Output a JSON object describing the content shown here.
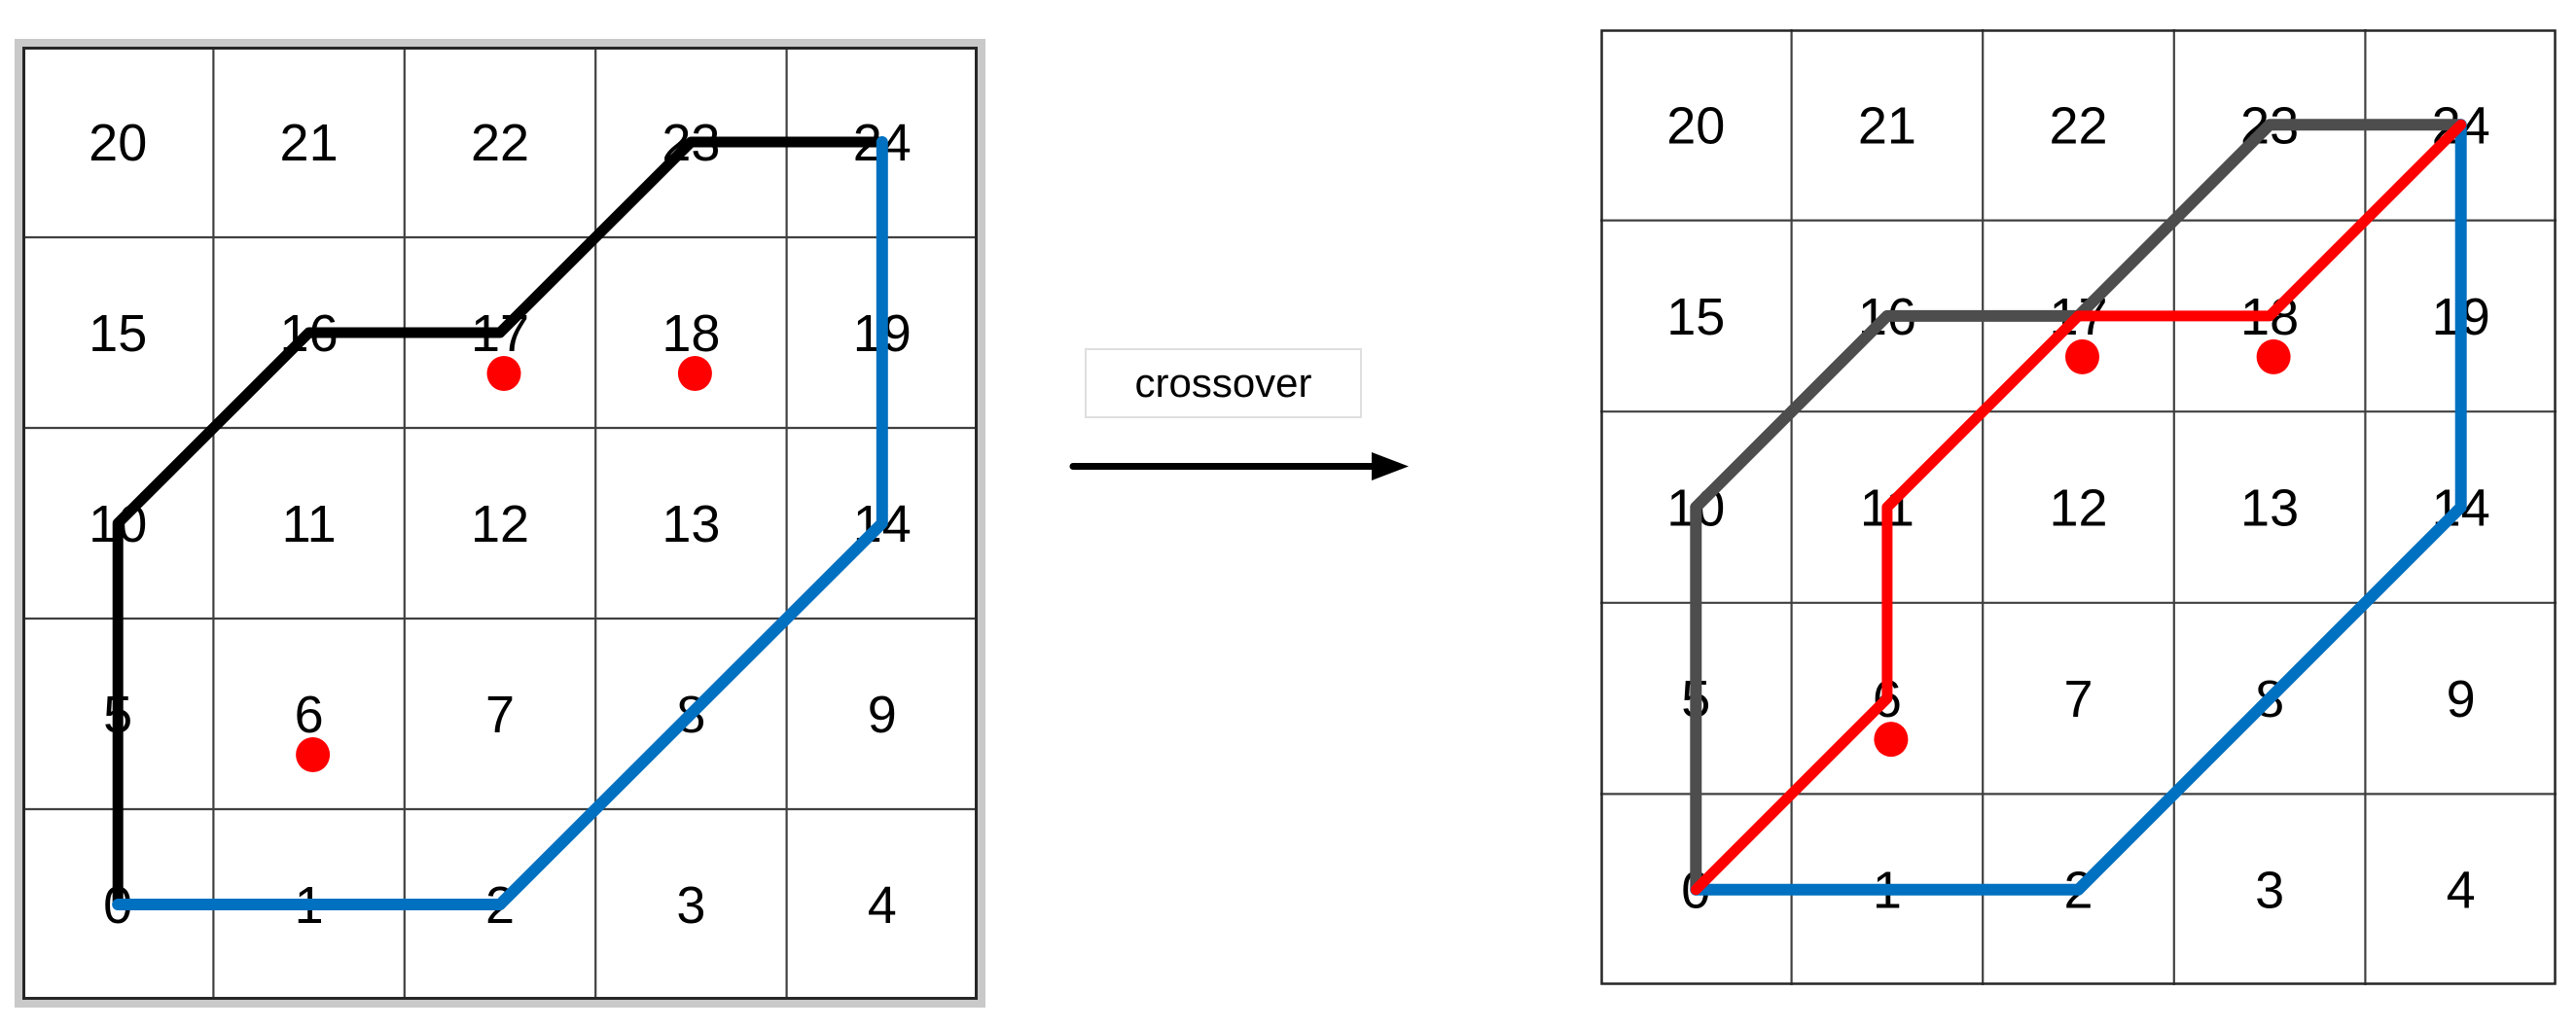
{
  "diagram": {
    "arrow_label": "crossover",
    "grid_rows": 5,
    "grid_cols": 5,
    "cell_numbers": [
      [
        20,
        21,
        22,
        23,
        24
      ],
      [
        15,
        16,
        17,
        18,
        19
      ],
      [
        10,
        11,
        12,
        13,
        14
      ],
      [
        5,
        6,
        7,
        8,
        9
      ],
      [
        0,
        1,
        2,
        3,
        4
      ]
    ],
    "colors": {
      "grid_line": "#404040",
      "grid_border": "#262626",
      "frame": "#c9c9c9",
      "parent1": "#000000",
      "parent1_faded": "#4d4d4d",
      "parent2": "#0070c0",
      "offspring": "#ff0000",
      "obstacle": "#ff0000",
      "arrow": "#000000",
      "number": "#000000"
    },
    "left_grid": {
      "paths": [
        {
          "name": "parent1-path",
          "color_key": "parent1",
          "width": 11,
          "cells": [
            0,
            5,
            10,
            16,
            17,
            23,
            24
          ]
        },
        {
          "name": "parent2-path",
          "color_key": "parent2",
          "width": 12,
          "cells": [
            0,
            1,
            2,
            8,
            14,
            19,
            24
          ]
        }
      ],
      "obstacles": [
        6,
        17,
        18
      ]
    },
    "right_grid": {
      "paths": [
        {
          "name": "parent1-path",
          "color_key": "parent1_faded",
          "width": 12,
          "cells": [
            0,
            5,
            10,
            16,
            17,
            23,
            24
          ]
        },
        {
          "name": "parent2-path",
          "color_key": "parent2",
          "width": 12,
          "cells": [
            0,
            1,
            2,
            8,
            14,
            19,
            24
          ]
        },
        {
          "name": "offspring-path",
          "color_key": "offspring",
          "width": 11,
          "cells": [
            0,
            6,
            11,
            17,
            18,
            24
          ]
        }
      ],
      "obstacles": [
        6,
        17,
        18
      ]
    }
  }
}
